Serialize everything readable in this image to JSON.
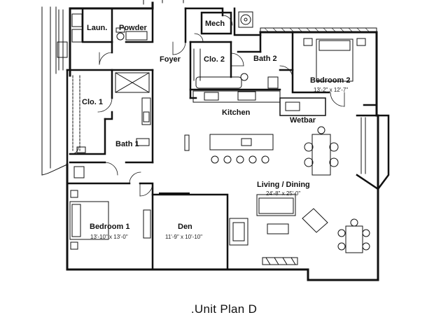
{
  "rooms": {
    "laundry": "Laun.",
    "powder": "Powder",
    "mech": "Mech",
    "foyer": "Foyer",
    "closet2": "Clo. 2",
    "bath2": "Bath 2",
    "bedroom2": "Bedroom 2",
    "bedroom2_dims": "13'-2\" x 12'-7\"",
    "closet1": "Clo. 1",
    "kitchen": "Kitchen",
    "wetbar": "Wetbar",
    "bath1": "Bath 1",
    "living_dining": "Living / Dining",
    "living_dims": "24'-8\" x 25'-0\"",
    "bedroom1": "Bedroom 1",
    "bedroom1_dims": "13'-10\" x 13'-0\"",
    "den": "Den",
    "den_dims": "11'-9\" x 10'-10\""
  },
  "caption": ".Unit Plan D"
}
